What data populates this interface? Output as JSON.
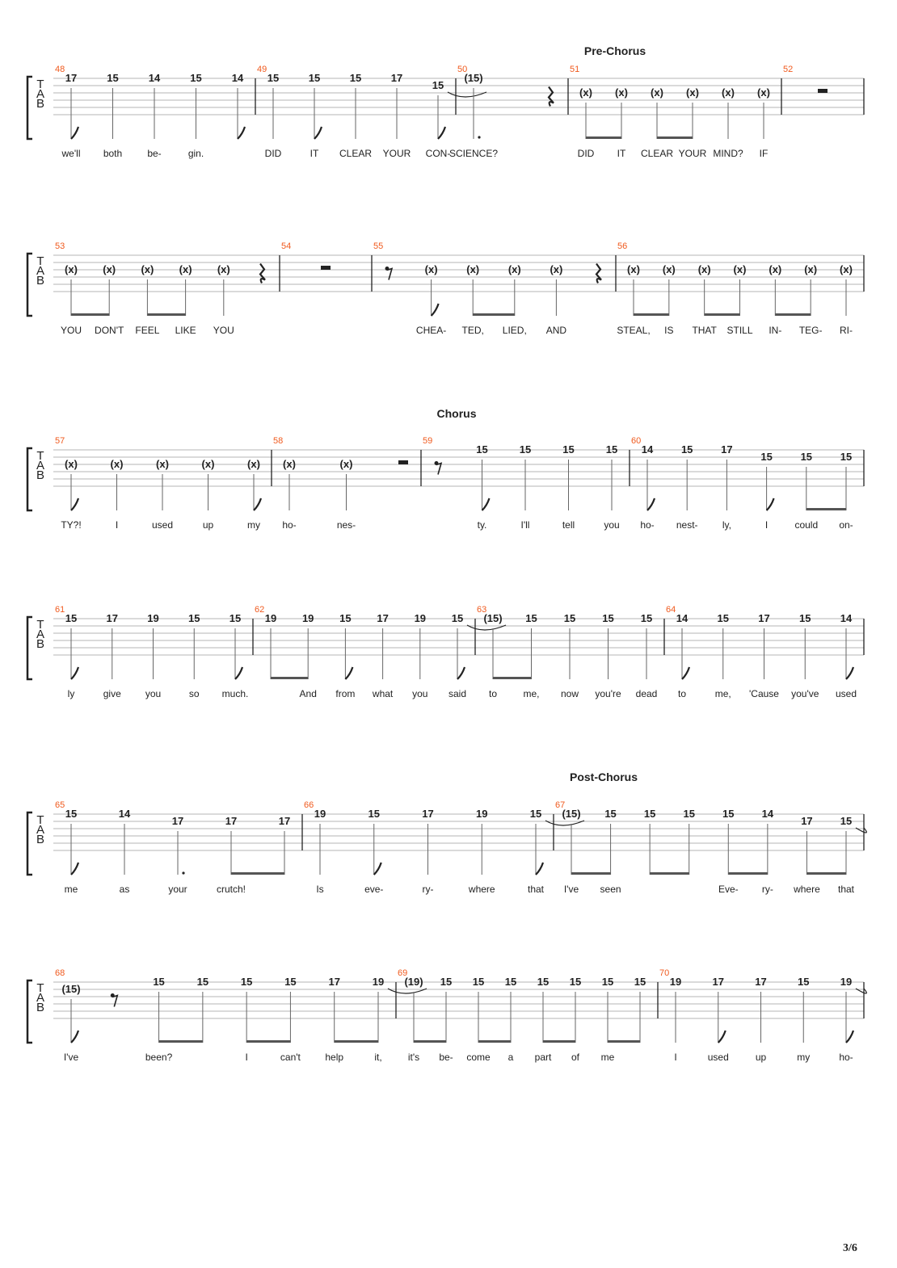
{
  "page": {
    "number_label": "3/6"
  },
  "colors": {
    "bar_number": "#f05a1e",
    "ink": "#222222",
    "staff_line": "#b4b4b4"
  },
  "systems": [
    {
      "section": "Pre-Chorus",
      "bars": [
        {
          "n": "48",
          "events": [
            {
              "f": "17",
              "d": "8",
              "l": "we'll"
            },
            {
              "f": "15",
              "d": "4",
              "l": "both"
            },
            {
              "f": "14",
              "d": "4",
              "l": "be-"
            },
            {
              "f": "15",
              "d": "4",
              "l": "gin."
            },
            {
              "f": "14",
              "d": "8",
              "l": ""
            }
          ]
        },
        {
          "n": "49",
          "events": [
            {
              "f": "15",
              "d": "4",
              "l": "DID"
            },
            {
              "f": "15",
              "d": "8",
              "l": "IT"
            },
            {
              "f": "15",
              "d": "4",
              "l": "CLEAR"
            },
            {
              "f": "17",
              "d": "4",
              "l": "YOUR"
            },
            {
              "f": "15",
              "d": "8",
              "l": "CON-",
              "tie": true,
              "row": 1
            }
          ]
        },
        {
          "n": "50",
          "events": [
            {
              "f": "(15)",
              "d": "4.",
              "l": "SCIENCE?"
            },
            {
              "rest": "4"
            }
          ]
        },
        {
          "n": "51",
          "events": [
            {
              "f": "(x)",
              "d": "8",
              "l": "DID",
              "row": 2,
              "beam": "s"
            },
            {
              "f": "(x)",
              "d": "8",
              "l": "IT",
              "row": 2,
              "beam": "e"
            },
            {
              "f": "(x)",
              "d": "8",
              "l": "CLEAR",
              "row": 2,
              "beam": "s"
            },
            {
              "f": "(x)",
              "d": "8",
              "l": "YOUR",
              "row": 2,
              "beam": "e"
            },
            {
              "f": "(x)",
              "d": "4",
              "l": "MIND?",
              "row": 2
            },
            {
              "f": "(x)",
              "d": "4",
              "l": "IF",
              "row": 2
            }
          ]
        },
        {
          "n": "52",
          "events": [
            {
              "rest": "2"
            }
          ]
        }
      ]
    },
    {
      "section": "",
      "bars": [
        {
          "n": "53",
          "events": [
            {
              "f": "(x)",
              "d": "8",
              "l": "YOU",
              "row": 2,
              "beam": "s"
            },
            {
              "f": "(x)",
              "d": "8",
              "l": "DON'T",
              "row": 2,
              "beam": "e"
            },
            {
              "f": "(x)",
              "d": "8",
              "l": "FEEL",
              "row": 2,
              "beam": "s"
            },
            {
              "f": "(x)",
              "d": "8",
              "l": "LIKE",
              "row": 2,
              "beam": "e"
            },
            {
              "f": "(x)",
              "d": "4",
              "l": "YOU",
              "row": 2
            },
            {
              "rest": "4"
            }
          ]
        },
        {
          "n": "54",
          "events": [
            {
              "rest": "2"
            }
          ]
        },
        {
          "n": "55",
          "events": [
            {
              "rest": "8"
            },
            {
              "f": "(x)",
              "d": "8",
              "l": "CHEA-",
              "row": 2
            },
            {
              "f": "(x)",
              "d": "8",
              "l": "TED,",
              "row": 2,
              "beam": "s"
            },
            {
              "f": "(x)",
              "d": "8",
              "l": "LIED,",
              "row": 2,
              "beam": "e"
            },
            {
              "f": "(x)",
              "d": "4",
              "l": "AND",
              "row": 2
            },
            {
              "rest": "4"
            }
          ]
        },
        {
          "n": "56",
          "events": [
            {
              "f": "(x)",
              "d": "8",
              "l": "STEAL,",
              "row": 2,
              "beam": "s"
            },
            {
              "f": "(x)",
              "d": "8",
              "l": "IS",
              "row": 2,
              "beam": "e"
            },
            {
              "f": "(x)",
              "d": "8",
              "l": "THAT",
              "row": 2,
              "beam": "s"
            },
            {
              "f": "(x)",
              "d": "8",
              "l": "STILL",
              "row": 2,
              "beam": "e"
            },
            {
              "f": "(x)",
              "d": "8",
              "l": "IN-",
              "row": 2,
              "beam": "s"
            },
            {
              "f": "(x)",
              "d": "8",
              "l": "TEG-",
              "row": 2,
              "beam": "e"
            },
            {
              "f": "(x)",
              "d": "4",
              "l": "RI-",
              "row": 2
            }
          ]
        }
      ]
    },
    {
      "section": "Chorus",
      "bars": [
        {
          "n": "57",
          "events": [
            {
              "f": "(x)",
              "d": "8",
              "l": "TY?!",
              "row": 2
            },
            {
              "f": "(x)",
              "d": "4",
              "l": "I",
              "row": 2
            },
            {
              "f": "(x)",
              "d": "4",
              "l": "used",
              "row": 2
            },
            {
              "f": "(x)",
              "d": "4",
              "l": "up",
              "row": 2
            },
            {
              "f": "(x)",
              "d": "8",
              "l": "my",
              "row": 2
            }
          ]
        },
        {
          "n": "58",
          "events": [
            {
              "f": "(x)",
              "d": "4",
              "l": "ho-",
              "row": 2
            },
            {
              "f": "(x)",
              "d": "4",
              "l": "nes-",
              "row": 2
            },
            {
              "rest": "2"
            }
          ]
        },
        {
          "n": "59",
          "events": [
            {
              "rest": "8"
            },
            {
              "f": "15",
              "d": "8",
              "l": "ty."
            },
            {
              "f": "15",
              "d": "4",
              "l": "I'll"
            },
            {
              "f": "15",
              "d": "4",
              "l": "tell"
            },
            {
              "f": "15",
              "d": "4",
              "l": "you"
            }
          ]
        },
        {
          "n": "60",
          "events": [
            {
              "f": "14",
              "d": "8",
              "l": "ho-"
            },
            {
              "f": "15",
              "d": "4",
              "l": "nest-"
            },
            {
              "f": "17",
              "d": "4",
              "l": "ly,"
            },
            {
              "f": "15",
              "d": "8",
              "l": "I",
              "row": 1
            },
            {
              "f": "15",
              "d": "8",
              "l": "could",
              "row": 1,
              "beam": "s"
            },
            {
              "f": "15",
              "d": "8",
              "l": "on-",
              "row": 1,
              "beam": "e"
            }
          ]
        }
      ]
    },
    {
      "section": "",
      "bars": [
        {
          "n": "61",
          "events": [
            {
              "f": "15",
              "d": "8",
              "l": "ly"
            },
            {
              "f": "17",
              "d": "4",
              "l": "give"
            },
            {
              "f": "19",
              "d": "4",
              "l": "you"
            },
            {
              "f": "15",
              "d": "4",
              "l": "so"
            },
            {
              "f": "15",
              "d": "8",
              "l": "much."
            }
          ]
        },
        {
          "n": "62",
          "events": [
            {
              "f": "19",
              "d": "8",
              "l": "",
              "beam": "s"
            },
            {
              "f": "19",
              "d": "8",
              "l": "And",
              "beam": "e"
            },
            {
              "f": "15",
              "d": "8",
              "l": "from"
            },
            {
              "f": "17",
              "d": "4",
              "l": "what"
            },
            {
              "f": "19",
              "d": "4",
              "l": "you"
            },
            {
              "f": "15",
              "d": "8",
              "l": "said",
              "tie": true
            }
          ]
        },
        {
          "n": "63",
          "events": [
            {
              "f": "(15)",
              "d": "8",
              "l": "to",
              "beam": "s"
            },
            {
              "f": "15",
              "d": "8",
              "l": "me,",
              "beam": "e"
            },
            {
              "f": "15",
              "d": "4",
              "l": "now"
            },
            {
              "f": "15",
              "d": "4",
              "l": "you're"
            },
            {
              "f": "15",
              "d": "4",
              "l": "dead"
            }
          ]
        },
        {
          "n": "64",
          "events": [
            {
              "f": "14",
              "d": "8",
              "l": "to"
            },
            {
              "f": "15",
              "d": "4",
              "l": "me,"
            },
            {
              "f": "17",
              "d": "4",
              "l": "'Cause"
            },
            {
              "f": "15",
              "d": "4",
              "l": "you've"
            },
            {
              "f": "14",
              "d": "8",
              "l": "used"
            }
          ]
        }
      ]
    },
    {
      "section": "Post-Chorus",
      "bars": [
        {
          "n": "65",
          "events": [
            {
              "f": "15",
              "d": "8",
              "l": "me"
            },
            {
              "f": "14",
              "d": "4",
              "l": "as"
            },
            {
              "f": "17",
              "d": "4.",
              "l": "your",
              "row": 1
            },
            {
              "f": "17",
              "d": "8",
              "l": "crutch!",
              "row": 1,
              "beam": "s"
            },
            {
              "f": "17",
              "d": "8",
              "l": "",
              "row": 1,
              "beam": "e"
            }
          ]
        },
        {
          "n": "66",
          "events": [
            {
              "f": "19",
              "d": "4",
              "l": "Is"
            },
            {
              "f": "15",
              "d": "8",
              "l": "eve-"
            },
            {
              "f": "17",
              "d": "4",
              "l": "ry-"
            },
            {
              "f": "19",
              "d": "4",
              "l": "where"
            },
            {
              "f": "15",
              "d": "8",
              "l": "that",
              "tie": true
            }
          ]
        },
        {
          "n": "67",
          "events": [
            {
              "f": "(15)",
              "d": "8",
              "l": "I've",
              "beam": "s"
            },
            {
              "f": "15",
              "d": "8",
              "l": "seen",
              "beam": "e"
            },
            {
              "f": "15",
              "d": "8",
              "l": "",
              "beam": "s"
            },
            {
              "f": "15",
              "d": "8",
              "l": "",
              "beam": "e"
            },
            {
              "f": "15",
              "d": "8",
              "l": "Eve-",
              "beam": "s"
            },
            {
              "f": "14",
              "d": "8",
              "l": "ry-",
              "beam": "e"
            },
            {
              "f": "17",
              "d": "8",
              "l": "where",
              "row": 1,
              "beam": "s"
            },
            {
              "f": "15",
              "d": "8",
              "l": "that",
              "row": 1,
              "beam": "e",
              "tie": true
            }
          ]
        }
      ]
    },
    {
      "section": "",
      "bars": [
        {
          "n": "68",
          "events": [
            {
              "f": "(15)",
              "d": "8",
              "l": "I've",
              "row": 1
            },
            {
              "rest": "8"
            },
            {
              "f": "15",
              "d": "8",
              "l": "been?",
              "beam": "s"
            },
            {
              "f": "15",
              "d": "8",
              "l": "",
              "beam": "e"
            },
            {
              "f": "15",
              "d": "8",
              "l": "I",
              "beam": "s"
            },
            {
              "f": "15",
              "d": "8",
              "l": "can't",
              "beam": "e"
            },
            {
              "f": "17",
              "d": "8",
              "l": "help",
              "beam": "s"
            },
            {
              "f": "19",
              "d": "8",
              "l": "it,",
              "beam": "e",
              "tie": true
            }
          ]
        },
        {
          "n": "69",
          "events": [
            {
              "f": "(19)",
              "d": "8",
              "l": "it's",
              "beam": "s"
            },
            {
              "f": "15",
              "d": "8",
              "l": "be-",
              "beam": "e"
            },
            {
              "f": "15",
              "d": "8",
              "l": "come",
              "beam": "s"
            },
            {
              "f": "15",
              "d": "8",
              "l": "a",
              "beam": "e"
            },
            {
              "f": "15",
              "d": "8",
              "l": "part",
              "beam": "s"
            },
            {
              "f": "15",
              "d": "8",
              "l": "of",
              "beam": "e"
            },
            {
              "f": "15",
              "d": "8",
              "l": "me",
              "beam": "s"
            },
            {
              "f": "15",
              "d": "8",
              "l": "",
              "beam": "e"
            }
          ]
        },
        {
          "n": "70",
          "events": [
            {
              "f": "19",
              "d": "4",
              "l": "I"
            },
            {
              "f": "17",
              "d": "8",
              "l": "used"
            },
            {
              "f": "17",
              "d": "4",
              "l": "up"
            },
            {
              "f": "15",
              "d": "4",
              "l": "my"
            },
            {
              "f": "19",
              "d": "8",
              "l": "ho-",
              "tie": true
            }
          ]
        }
      ]
    }
  ]
}
